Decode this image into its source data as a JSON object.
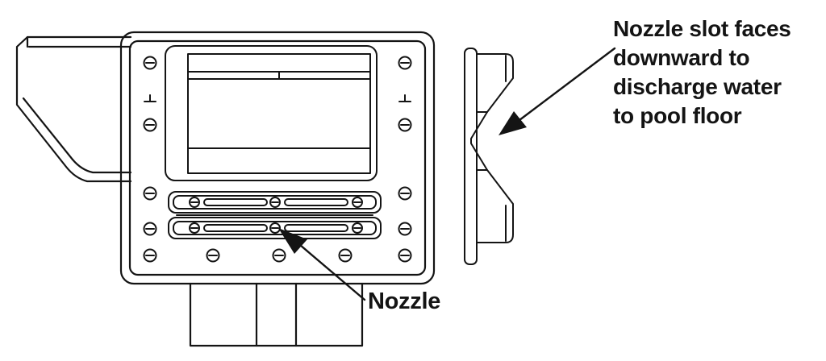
{
  "colors": {
    "line": "#141414",
    "background": "#ffffff"
  },
  "annotations": {
    "slot": {
      "lines": [
        "Nozzle slot faces",
        "downward to",
        "discharge water",
        "to pool floor"
      ]
    },
    "nozzle": {
      "text": "Nozzle"
    }
  }
}
